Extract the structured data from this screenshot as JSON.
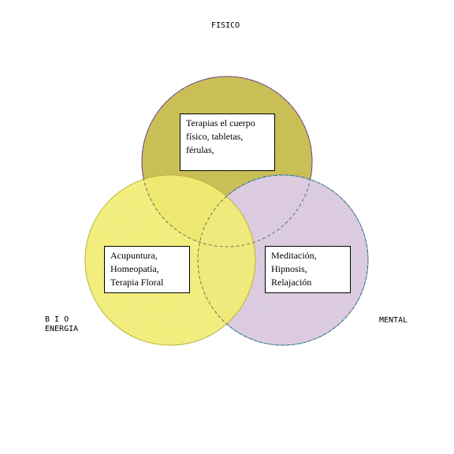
{
  "labels": {
    "top": "FISICO",
    "left_line1": "B I O",
    "left_line2": "ENERGIA",
    "right": "MENTAL"
  },
  "boxes": {
    "fisico": [
      "Terapias el cuerpo",
      "físico, tabletas,",
      "férulas,"
    ],
    "bioenergia": [
      "Acupuntura,",
      "Homeopatía,",
      "Terapia Floral"
    ],
    "mental": [
      "Meditación,",
      "Hipnosis,",
      "Relajación"
    ]
  },
  "colors": {
    "fisico_fill": "#c7bc4f",
    "fisico_stroke": "#8a3fa3",
    "bioenergia_fill": "#f0ec6f",
    "bioenergia_stroke": "#b9b33b",
    "mental_fill": "#d9c7dd",
    "mental_stroke": "#3ba6d6"
  }
}
